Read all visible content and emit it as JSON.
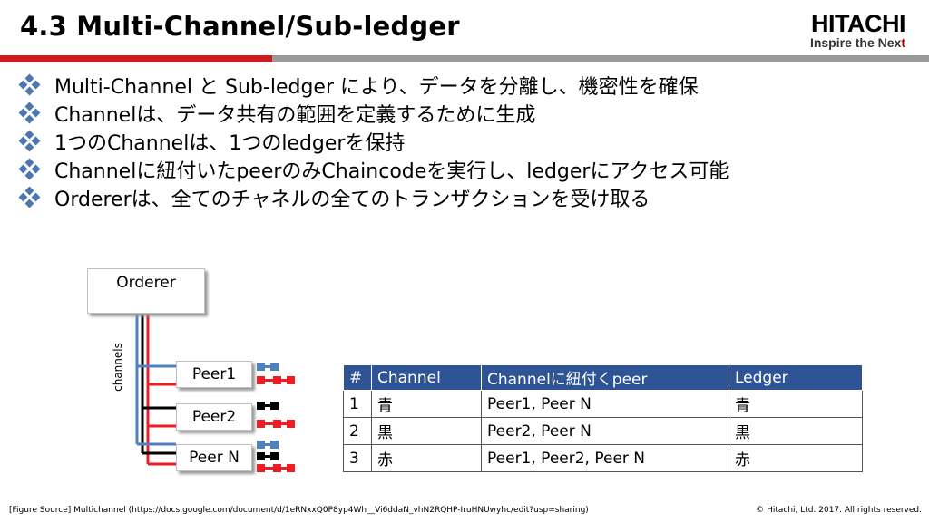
{
  "title": "4.3 Multi-Channel/Sub-ledger",
  "logo": {
    "word": "HITACHI",
    "tagline_prefix": "Inspire the Nex",
    "tagline_suffix": "t"
  },
  "bullets": [
    "Multi-Channel と Sub-ledger により、データを分離し、機密性を確保",
    "Channelは、データ共有の範囲を定義するために生成",
    "1つのChannelは、1つのledgerを保持",
    "Channelに紐付いたpeerのみChaincodeを実行し、ledgerにアクセス可能",
    "Ordererは、全てのチャネルの全てのトランザクションを受け取る"
  ],
  "diagram": {
    "orderer": "Orderer",
    "channels_label": "channels",
    "peers": [
      "Peer1",
      "Peer2",
      "Peer N"
    ],
    "colors": {
      "blue": "#4f81bd",
      "black": "#000000",
      "red": "#ee1c25"
    }
  },
  "table": {
    "headers": [
      "#",
      "Channel",
      "Channelに紐付くpeer",
      "Ledger"
    ],
    "rows": [
      [
        "1",
        "青",
        "Peer1, Peer N",
        "青"
      ],
      [
        "2",
        "黒",
        "Peer2, Peer N",
        "黒"
      ],
      [
        "3",
        "赤",
        "Peer1, Peer2, Peer N",
        "赤"
      ]
    ],
    "header_color": "#2f5496"
  },
  "footer": {
    "source": "[Figure Source] Multichannel (https://docs.google.com/document/d/1eRNxxQ0P8yp4Wh__Vi6ddaN_vhN2RQHP-IruHNUwyhc/edit?usp=sharing)",
    "copyright": "© Hitachi, Ltd. 2017. All rights reserved."
  }
}
